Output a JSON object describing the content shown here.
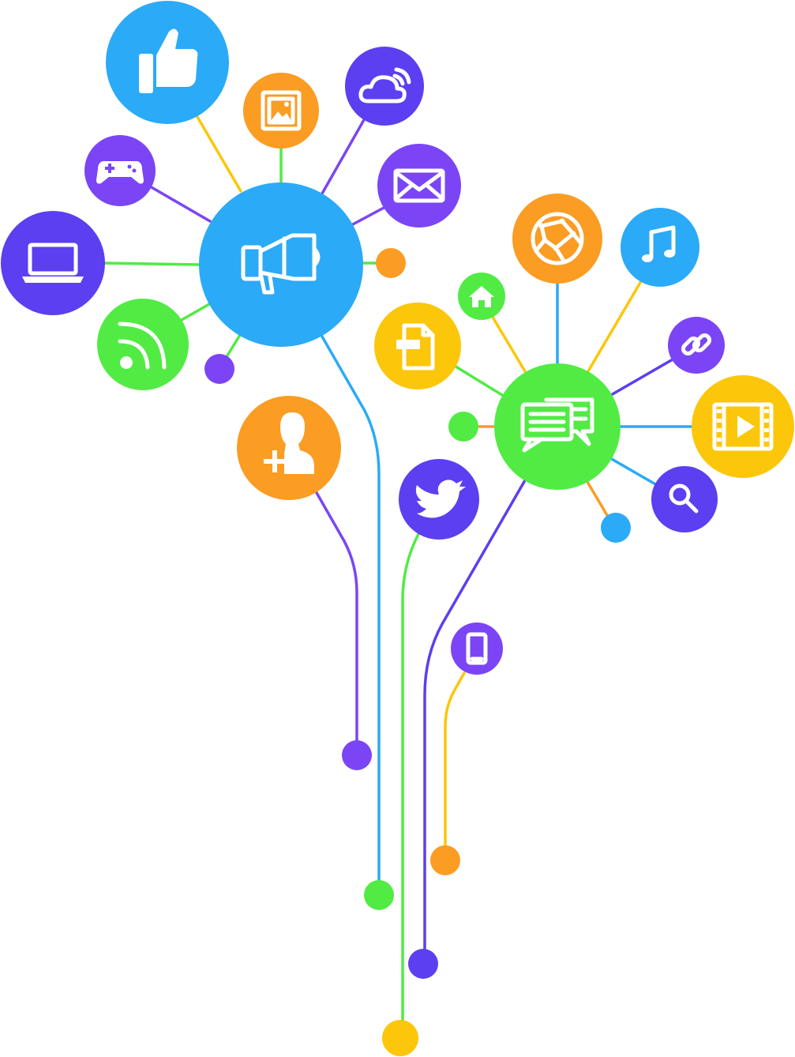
{
  "diagram": {
    "type": "social-media-network-tree",
    "palette": {
      "blue": "#2baaf7",
      "purple": "#5b3ff0",
      "violet": "#7b45f5",
      "orange": "#fb9c23",
      "green": "#51eb44",
      "yellow": "#fcc60a"
    },
    "hubs": [
      {
        "id": "megaphone",
        "icon": "megaphone-icon",
        "color": "blue"
      },
      {
        "id": "chat",
        "icon": "chat-bubbles-icon",
        "color": "green"
      }
    ],
    "nodes": [
      {
        "icon": "thumbs-up-icon",
        "color": "blue",
        "hub": "megaphone"
      },
      {
        "icon": "picture-icon",
        "color": "orange",
        "hub": "megaphone"
      },
      {
        "icon": "cloud-wifi-icon",
        "color": "purple",
        "hub": "megaphone"
      },
      {
        "icon": "envelope-icon",
        "color": "violet",
        "hub": "megaphone"
      },
      {
        "icon": "gamepad-icon",
        "color": "violet",
        "hub": "megaphone"
      },
      {
        "icon": "laptop-icon",
        "color": "purple",
        "hub": "megaphone"
      },
      {
        "icon": "rss-icon",
        "color": "green",
        "hub": "megaphone"
      },
      {
        "icon": "add-user-icon",
        "color": "orange",
        "hub": "none"
      },
      {
        "icon": "twitter-bird-icon",
        "color": "purple",
        "hub": "none"
      },
      {
        "icon": "smartphone-icon",
        "color": "violet",
        "hub": "none"
      },
      {
        "icon": "globe-network-icon",
        "color": "orange",
        "hub": "chat"
      },
      {
        "icon": "music-note-icon",
        "color": "blue",
        "hub": "chat"
      },
      {
        "icon": "home-icon",
        "color": "green",
        "hub": "chat"
      },
      {
        "icon": "document-icon",
        "color": "yellow",
        "hub": "chat"
      },
      {
        "icon": "link-icon",
        "color": "violet",
        "hub": "chat"
      },
      {
        "icon": "video-film-icon",
        "color": "yellow",
        "hub": "chat"
      },
      {
        "icon": "search-icon",
        "color": "purple",
        "hub": "chat"
      }
    ]
  }
}
